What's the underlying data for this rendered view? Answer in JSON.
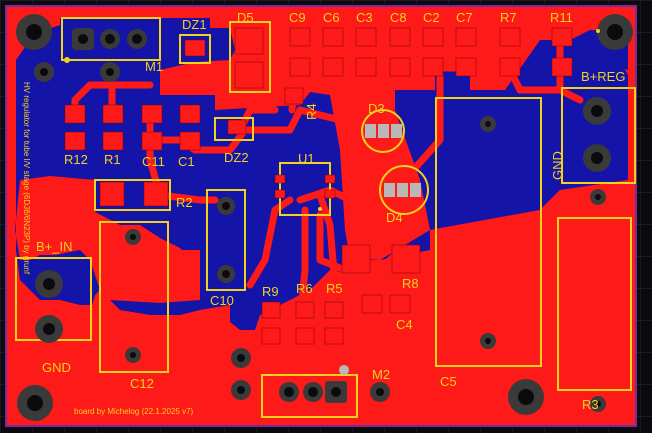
{
  "colors": {
    "background": "#0b0b0f",
    "grid": "#2a2a36",
    "copper_top": "#ff1a1a",
    "copper_bottom": "#1414a8",
    "silkscreen": "#f2d21c",
    "drill": "#3a3a3a",
    "pad_gray": "#b8b8b8",
    "outline": "#7a2aa0"
  },
  "board": {
    "title_text": "HV regulator for tube I/V stage (6DJ8/6N23P) by grunf",
    "footer_text": "board by Michelog (22.1.2025 v7)"
  },
  "labels": {
    "dz1": "DZ1",
    "d5": "D5",
    "c9": "C9",
    "c6": "C6",
    "c3": "C3",
    "c8": "C8",
    "c2": "C2",
    "c7": "C7",
    "r7": "R7",
    "r11": "R11",
    "m1": "M1",
    "r12": "R12",
    "r1": "R1",
    "c11": "C11",
    "c1": "C1",
    "dz2": "DZ2",
    "r4": "R4",
    "d3": "D3",
    "d4": "D4",
    "u1": "U1",
    "r2": "R2",
    "b_reg": "B+REG",
    "gnd_right": "GND",
    "b_in": "B+_IN",
    "gnd_left": "GND",
    "c10": "C10",
    "r9": "R9",
    "r6": "R6",
    "r5": "R5",
    "r8": "R8",
    "c4": "C4",
    "c12": "C12",
    "c5": "C5",
    "m2": "M2",
    "r3": "R3"
  }
}
